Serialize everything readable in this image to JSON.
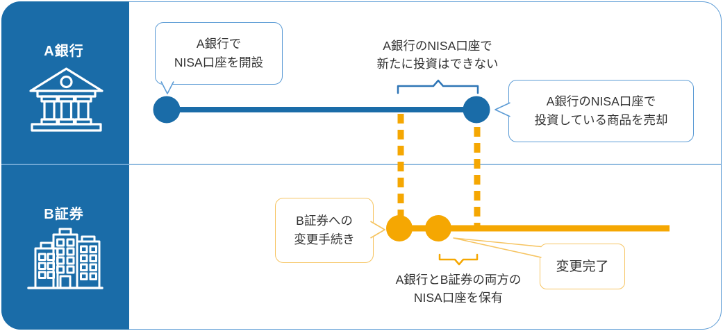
{
  "colors": {
    "primary_blue": "#1A6CA8",
    "bubble_blue_border": "#5B9BD5",
    "frame_border": "#5B9BD5",
    "accent_yellow": "#F5A702",
    "bubble_yellow_border": "#F6C461",
    "text": "#333333",
    "background": "#FFFFFF"
  },
  "sidebar": {
    "rows": [
      {
        "label": "A銀行",
        "icon": "bank-icon"
      },
      {
        "label": "B証券",
        "icon": "office-buildings-icon"
      }
    ]
  },
  "bubbles": {
    "a_open": {
      "line1": "A銀行で",
      "line2": "NISA口座を開設"
    },
    "a_sell": {
      "line1": "A銀行のNISA口座で",
      "line2": "投資している商品を売却"
    },
    "b_procedure": {
      "line1": "B証券への",
      "line2": "変更手続き"
    },
    "change_complete": {
      "line1": "変更完了"
    }
  },
  "labels": {
    "no_new_invest": {
      "line1": "A銀行のNISA口座で",
      "line2": "新たに投資はできない"
    },
    "both_accounts": {
      "line1": "A銀行とB証券の両方の",
      "line2": "NISA口座を保有"
    }
  }
}
